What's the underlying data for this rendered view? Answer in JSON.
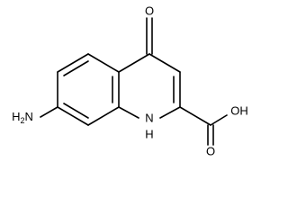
{
  "molecule": {
    "labels": {
      "oxo": "O",
      "amino": "H2N",
      "amino_h": "H",
      "amino_sub": "2",
      "amino_n": "N",
      "ring_nh": "H",
      "ring_n": "N",
      "hydroxyl": "OH",
      "carbonyl": "O"
    }
  },
  "colors": {
    "ink": "#000000",
    "background": "#ffffff"
  }
}
